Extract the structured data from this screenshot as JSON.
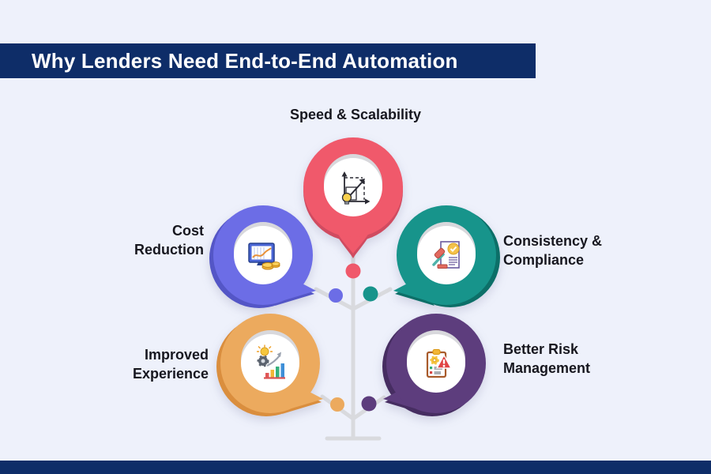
{
  "colors": {
    "background": "#eef1fb",
    "navy_bar": "#0e2d68",
    "stem_gray": "#d9dade",
    "label_text": "#17171f"
  },
  "header": {
    "title": "Why Lenders Need End-to-End Automation"
  },
  "bubbles": [
    {
      "id": "speed-scalability",
      "label_line1": "Speed & Scalability",
      "label_line2": "",
      "color": "#f0596b",
      "color_dark": "#d04b60",
      "icon": "growth-chart-icon"
    },
    {
      "id": "cost-reduction",
      "label_line1": "Cost",
      "label_line2": "Reduction",
      "color": "#6c6de6",
      "color_dark": "#5456c6",
      "icon": "monitor-coins-icon"
    },
    {
      "id": "consistency-compliance",
      "label_line1": "Consistency &",
      "label_line2": "Compliance",
      "color": "#17948b",
      "color_dark": "#0c6f68",
      "icon": "document-gavel-icon"
    },
    {
      "id": "improved-experience",
      "label_line1": "Improved",
      "label_line2": "Experience",
      "color": "#ecaa5e",
      "color_dark": "#da8e3e",
      "icon": "bulb-gear-chart-icon"
    },
    {
      "id": "better-risk-management",
      "label_line1": "Better Risk",
      "label_line2": "Management",
      "color": "#5d3d7d",
      "color_dark": "#462d61",
      "icon": "clipboard-warning-icon"
    }
  ]
}
